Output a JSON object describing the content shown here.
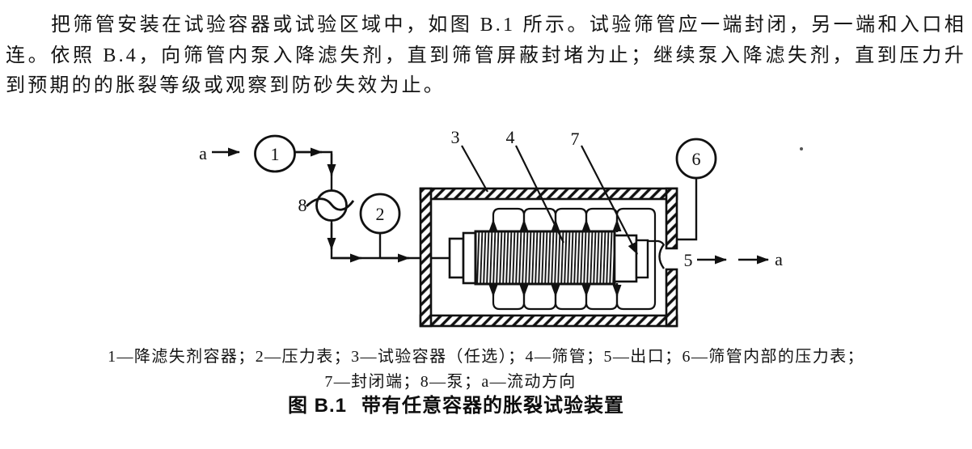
{
  "paragraph": {
    "text": "把筛管安装在试验容器或试验区域中，如图 B.1 所示。试验筛管应一端封闭，另一端和入口相连。依照 B.4，向筛管内泵入降滤失剂，直到筛管屏蔽封堵为止；继续泵入降滤失剂，直到压力升到预期的的胀裂等级或观察到防砂失效为止。"
  },
  "diagram": {
    "labels": {
      "flow_in": "a",
      "fluid_container": "1",
      "pump": "8",
      "gauge_outer": "2",
      "vessel": "3",
      "screen": "4",
      "closed_end": "7",
      "gauge_inner": "6",
      "outlet": "5",
      "flow_out": "a"
    }
  },
  "legend": {
    "line1": "1—降滤失剂容器；2—压力表；3—试验容器（任选）；4—筛管；5—出口；6—筛管内部的压力表；",
    "line2": "7—封闭端；8—泵；a—流动方向"
  },
  "caption": {
    "figure_label": "图 B.1",
    "title": "带有任意容器的胀裂试验装置"
  }
}
